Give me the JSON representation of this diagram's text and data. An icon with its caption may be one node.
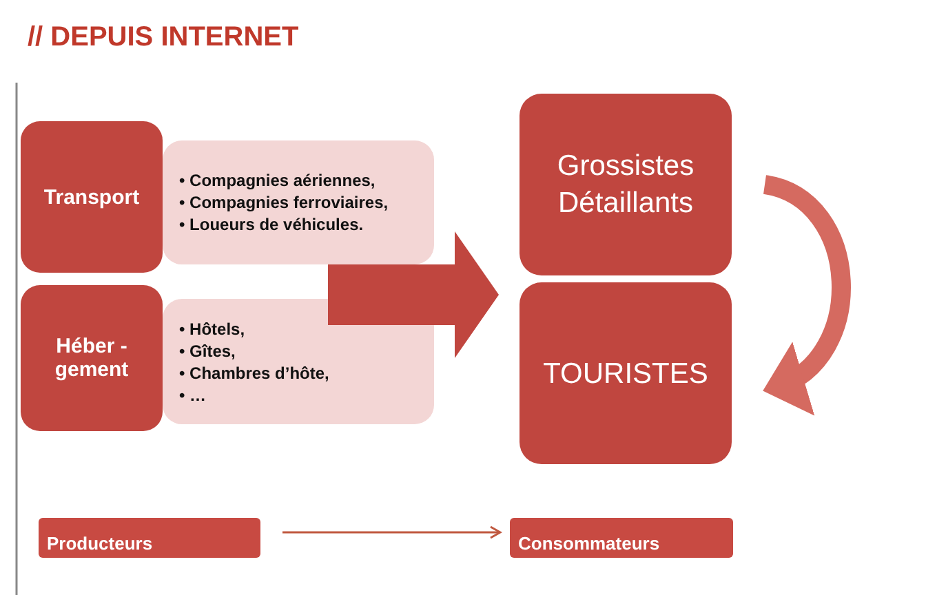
{
  "diagram": {
    "title": "// DEPUIS INTERNET",
    "nodes": [
      {
        "text": [
          "Transport"
        ]
      },
      {
        "text": [
          "• Compagnies aériennes,",
          "• Compagnies ferroviaires,",
          "• Loueurs de véhicules."
        ]
      },
      {
        "text": [
          "Héber - gement"
        ]
      },
      {
        "text": [
          "• Hôtels,",
          "• Gîtes,",
          "• Chambres d’hôte,",
          "• …"
        ]
      },
      {
        "text": [
          "Grossistes Détaillants"
        ]
      },
      {
        "text": [
          "TOURISTES"
        ]
      },
      {
        "text": [
          "Producteurs"
        ]
      },
      {
        "text": [
          "Consommateurs"
        ]
      }
    ],
    "edges": [
      {
        "from": 1,
        "to": 4,
        "arrow": "to",
        "style": "thick"
      },
      {
        "from": 3,
        "to": 4,
        "arrow": "to",
        "style": "thick"
      },
      {
        "from": 4,
        "to": 5,
        "arrow": "to",
        "style": "thick"
      },
      {
        "from": 6,
        "to": 7,
        "arrow": "to"
      }
    ]
  }
}
